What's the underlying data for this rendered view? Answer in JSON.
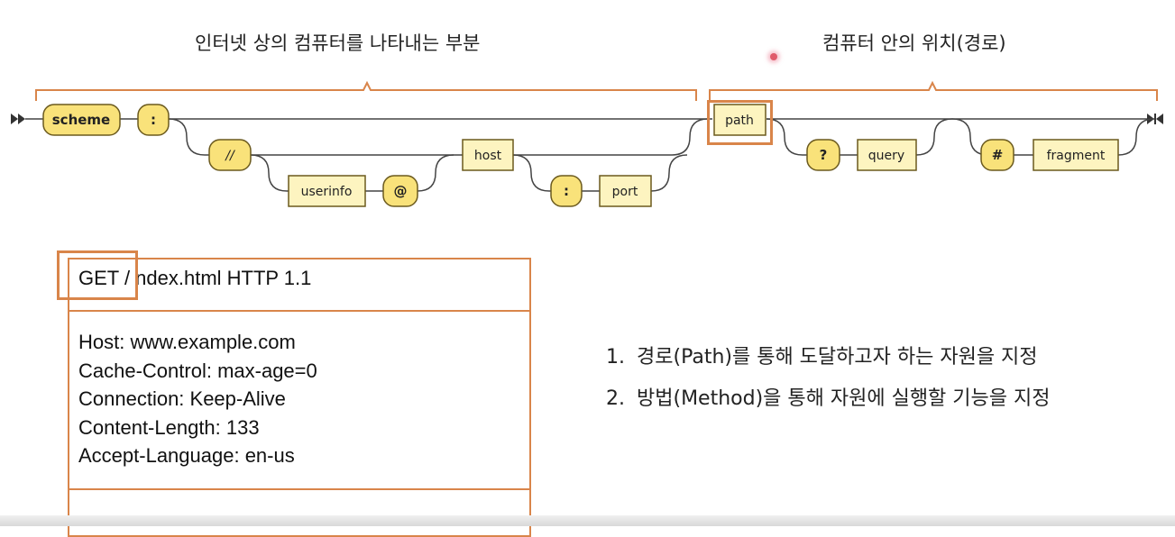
{
  "headings": {
    "internet_part": "인터넷 상의 컴퓨터를 나타내는 부분",
    "location_part": "컴퓨터 안의 위치(경로)"
  },
  "diagram": {
    "nodes": {
      "scheme": "scheme",
      "colon": ":",
      "slashes": "//",
      "userinfo": "userinfo",
      "at": "@",
      "host": "host",
      "port_colon": ":",
      "port": "port",
      "path": "path",
      "question": "?",
      "query": "query",
      "hash": "#",
      "fragment": "fragment"
    },
    "colors": {
      "terminal_fill": "#f9e27a",
      "terminal_stroke": "#6b5a1e",
      "nonterminal_fill": "#fdf4c0",
      "line": "#444444",
      "bracket": "#d9854a"
    }
  },
  "request": {
    "first_line": "GET / ndex.html HTTP 1.1",
    "headers": [
      "Host: www.example.com",
      "Cache-Control: max-age=0",
      "Connection: Keep-Alive",
      "Content-Length: 133",
      "Accept-Language: en-us"
    ]
  },
  "notes": [
    {
      "num": "1.",
      "text": "경로(Path)를 통해 도달하고자 하는 자원을 지정"
    },
    {
      "num": "2.",
      "text": "방법(Method)을 통해 자원에 실행할 기능을 지정"
    }
  ]
}
